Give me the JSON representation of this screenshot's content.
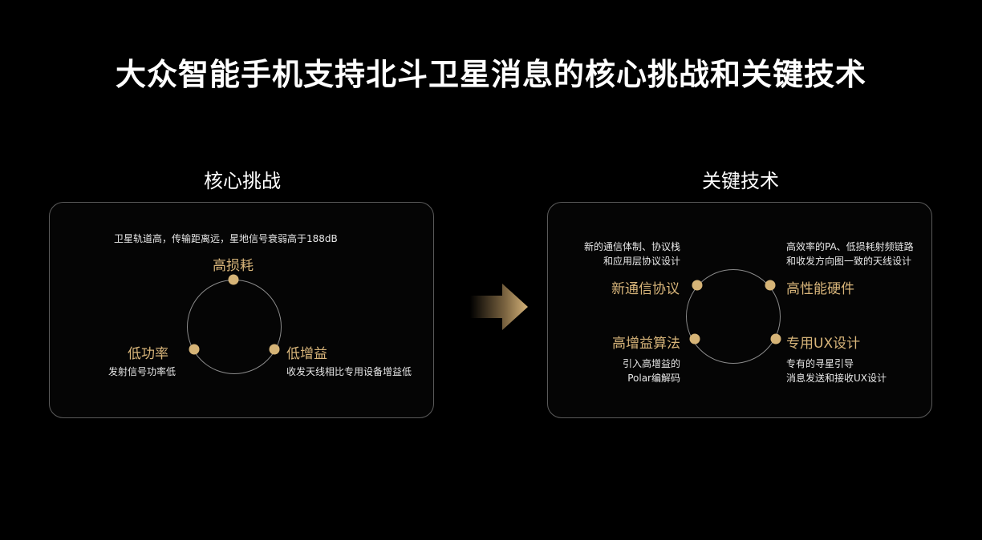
{
  "title": "大众智能手机支持北斗卫星消息的核心挑战和关键技术",
  "left": {
    "heading": "核心挑战",
    "top_note": "卫星轨道高，传输距离远，星地信号衰弱高于188dB",
    "nodes": {
      "top": {
        "label": "高损耗"
      },
      "left": {
        "label": "低功率",
        "desc": "发射信号功率低"
      },
      "right": {
        "label": "低增益",
        "desc": "收发天线相比专用设备增益低"
      }
    }
  },
  "right": {
    "heading": "关键技术",
    "nodes": {
      "tl": {
        "label": "新通信协议",
        "desc1": "新的通信体制、协议栈",
        "desc2": "和应用层协议设计"
      },
      "tr": {
        "label": "高性能硬件",
        "desc1": "高效率的PA、低损耗射频链路",
        "desc2": "和收发方向图一致的天线设计"
      },
      "bl": {
        "label": "高增益算法",
        "desc1": "引入高增益的",
        "desc2": "Polar编解码"
      },
      "br": {
        "label": "专用UX设计",
        "desc1": "专有的寻星引导",
        "desc2": "消息发送和接收UX设计"
      }
    }
  },
  "colors": {
    "accent": "#d6b477",
    "background": "#000000",
    "border": "#5a5a5a"
  },
  "icons": {
    "arrow": "right-arrow-icon"
  }
}
